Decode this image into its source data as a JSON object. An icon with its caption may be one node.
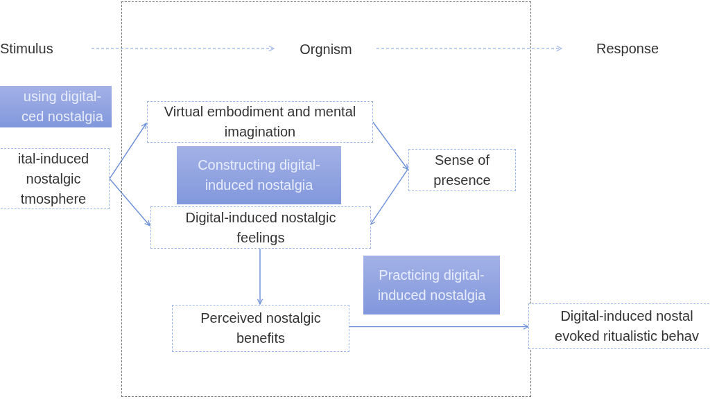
{
  "diagram": {
    "nodes": [
      {
        "text": [],
        "shape": "box"
      },
      {
        "text": [
          "Stimulus"
        ]
      },
      {
        "text": [
          "Orgnism"
        ],
        "in": 0
      },
      {
        "text": [
          "Response"
        ]
      },
      {
        "text": [
          "using digital- ced nostalgia"
        ]
      },
      {
        "text": [
          "Virtual embodiment and mental imagination"
        ],
        "in": 0
      },
      {
        "text": [
          "Constructing digital-induced nostalgia"
        ],
        "in": 0
      },
      {
        "text": [
          "ital-induced nostalgic tmosphere"
        ]
      },
      {
        "text": [
          "Sense of presence"
        ],
        "in": 0
      },
      {
        "text": [
          "Digital-induced nostalgic feelings"
        ],
        "in": 0
      },
      {
        "text": [
          "Practicing digital-induced nostalgia"
        ],
        "in": 0
      },
      {
        "text": [
          "Perceived nostalgic benefits"
        ],
        "in": 0
      },
      {
        "text": [
          "Digital-induced nostal evoked ritualistic behav"
        ]
      }
    ],
    "edges": [
      {
        "from": 1,
        "to": 2,
        "arrow": "to",
        "style": "dashed",
        "color": "#a9bfea"
      },
      {
        "from": 2,
        "to": 3,
        "arrow": "to",
        "style": "dashed",
        "color": "#a9bfea"
      },
      {
        "from": 7,
        "to": 5,
        "arrow": "to"
      },
      {
        "from": 7,
        "to": 9,
        "arrow": "to"
      },
      {
        "from": 5,
        "to": 8,
        "arrow": "to"
      },
      {
        "from": 8,
        "to": 9,
        "arrow": "to"
      },
      {
        "from": 9,
        "to": 11,
        "arrow": "to"
      },
      {
        "from": 11,
        "to": 12,
        "arrow": "to"
      }
    ]
  }
}
